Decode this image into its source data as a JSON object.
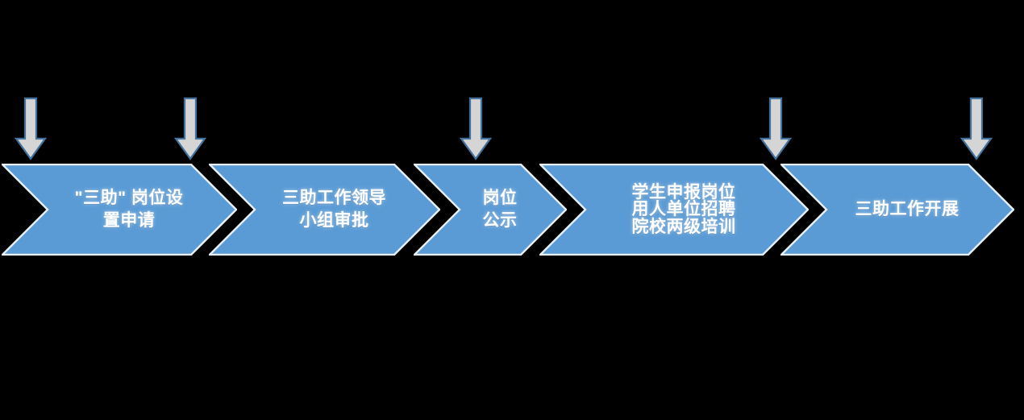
{
  "diagram": {
    "type": "process-flow-chevrons",
    "title": "",
    "background_color": "#000000",
    "chevron_color": "#5b9bd5",
    "chevron_border_color": "#e8eef5",
    "arrow_fill_color": "#d5d5d5",
    "arrow_border_color": "#41719c",
    "text_color": "#ffffff",
    "steps": [
      {
        "id": "step-1",
        "label": "\"三助\" 岗位设\n置申请",
        "lines": [
          "\"三助\" 岗位设",
          "置申请"
        ],
        "order": 1
      },
      {
        "id": "step-2",
        "label": "三助工作领导\n小组审批",
        "lines": [
          "三助工作领导",
          "小组审批"
        ],
        "order": 2
      },
      {
        "id": "step-3",
        "label": "岗位\n公示",
        "lines": [
          "岗位",
          "公示"
        ],
        "order": 3
      },
      {
        "id": "step-4",
        "label": "学生申报岗位\n用人单位招聘\n院校两级培训",
        "lines": [
          "学生申报岗位",
          "用人单位招聘",
          "院校两级培训"
        ],
        "order": 4
      },
      {
        "id": "step-5",
        "label": "三助工作开展",
        "lines": [
          "三助工作开展"
        ],
        "order": 5
      }
    ],
    "arrows": [
      {
        "id": "arrow-1",
        "points_to_step": 1
      },
      {
        "id": "arrow-2",
        "points_to_step": 1
      },
      {
        "id": "arrow-3",
        "points_to_step": 3
      },
      {
        "id": "arrow-4",
        "points_to_step": 4
      },
      {
        "id": "arrow-5",
        "points_to_step": 5
      }
    ]
  }
}
